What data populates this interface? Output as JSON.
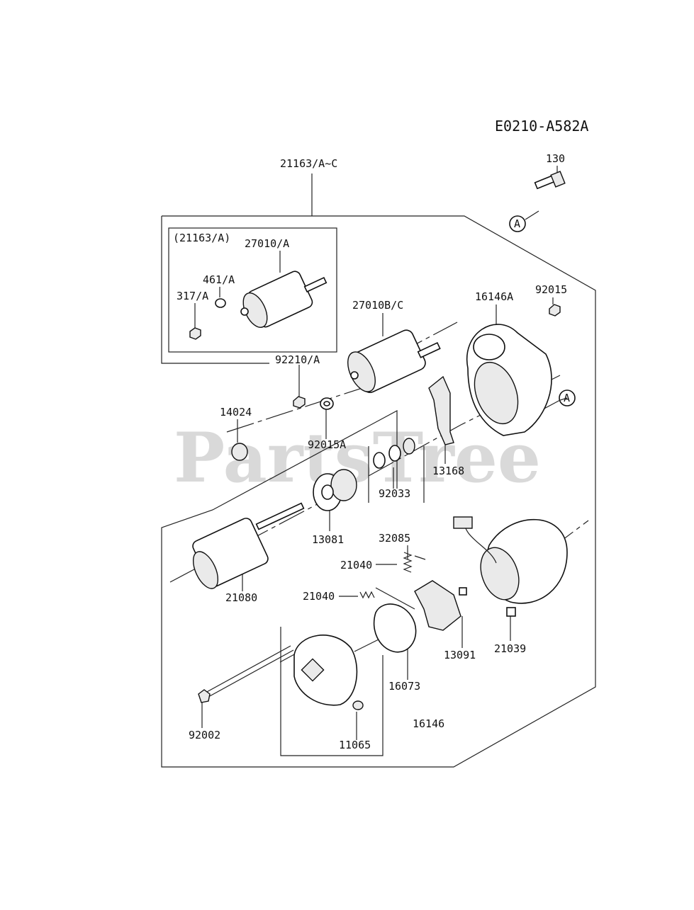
{
  "diagram_code": "E0210-A582A",
  "watermark": "PartsTree",
  "ref_marker": "A",
  "labels": {
    "p130": "130",
    "p21163_all": "21163/A~C",
    "p21163_a": "(21163/A)",
    "p27010_a": "27010/A",
    "p461_a": "461/A",
    "p317_a": "317/A",
    "p27010_bc": "27010B/C",
    "p16146a": "16146A",
    "p92015": "92015",
    "p92210_a": "92210/A",
    "p14024": "14024",
    "p92015a": "92015A",
    "p13168": "13168",
    "p92033": "92033",
    "p13081": "13081",
    "p32085": "32085",
    "p21040_top": "21040",
    "p21040_bot": "21040",
    "p21080": "21080",
    "p13091": "13091",
    "p21039": "21039",
    "p16073": "16073",
    "p16146": "16146",
    "p92002": "92002",
    "p11065": "11065"
  }
}
